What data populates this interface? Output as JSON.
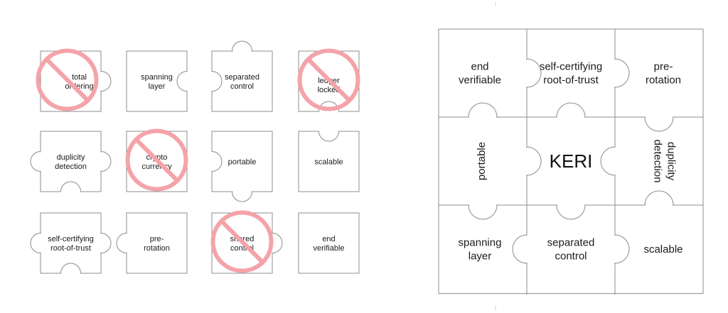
{
  "colors": {
    "outline": "#8c8c8c",
    "ban": "#f4a3a9",
    "text": "#1a1a1a"
  },
  "left_grid": {
    "pieces": [
      {
        "id": "total-ordering",
        "lines": [
          "total",
          "ordering"
        ],
        "crossed_out": true
      },
      {
        "id": "spanning-layer",
        "lines": [
          "spanning",
          "layer"
        ],
        "crossed_out": false
      },
      {
        "id": "separated-control",
        "lines": [
          "separated",
          "control"
        ],
        "crossed_out": false
      },
      {
        "id": "ledger-locked",
        "lines": [
          "ledger",
          "locked"
        ],
        "crossed_out": true
      },
      {
        "id": "duplicity-detection",
        "lines": [
          "duplicity",
          "detection"
        ],
        "crossed_out": false
      },
      {
        "id": "crypto-currency",
        "lines": [
          "crypto",
          "currency"
        ],
        "crossed_out": true
      },
      {
        "id": "portable",
        "lines": [
          "portable"
        ],
        "crossed_out": false
      },
      {
        "id": "scalable",
        "lines": [
          "scalable"
        ],
        "crossed_out": false
      },
      {
        "id": "self-certifying-root-of-trust",
        "lines": [
          "self-certifying",
          "root-of-trust"
        ],
        "crossed_out": false
      },
      {
        "id": "pre-rotation",
        "lines": [
          "pre-",
          "rotation"
        ],
        "crossed_out": false
      },
      {
        "id": "shared-control",
        "lines": [
          "shared",
          "control"
        ],
        "crossed_out": true
      },
      {
        "id": "end-verifiable",
        "lines": [
          "end",
          "verifiable"
        ],
        "crossed_out": false
      }
    ]
  },
  "right_puzzle": {
    "center_label": "KERI",
    "pieces": [
      {
        "id": "end-verifiable",
        "lines": [
          "end",
          "verifiable"
        ]
      },
      {
        "id": "self-certifying-root-of-trust",
        "lines": [
          "self-certifying",
          "root-of-trust"
        ]
      },
      {
        "id": "pre-rotation",
        "lines": [
          "pre-",
          "rotation"
        ]
      },
      {
        "id": "portable",
        "lines": [
          "portable"
        ],
        "rotated": true
      },
      {
        "id": "keri",
        "lines": [
          "KERI"
        ]
      },
      {
        "id": "duplicity-detection",
        "lines": [
          "duplicity",
          "detection"
        ],
        "rotated": true
      },
      {
        "id": "spanning-layer",
        "lines": [
          "spanning",
          "layer"
        ]
      },
      {
        "id": "separated-control",
        "lines": [
          "separated",
          "control"
        ]
      },
      {
        "id": "scalable",
        "lines": [
          "scalable"
        ]
      }
    ]
  }
}
